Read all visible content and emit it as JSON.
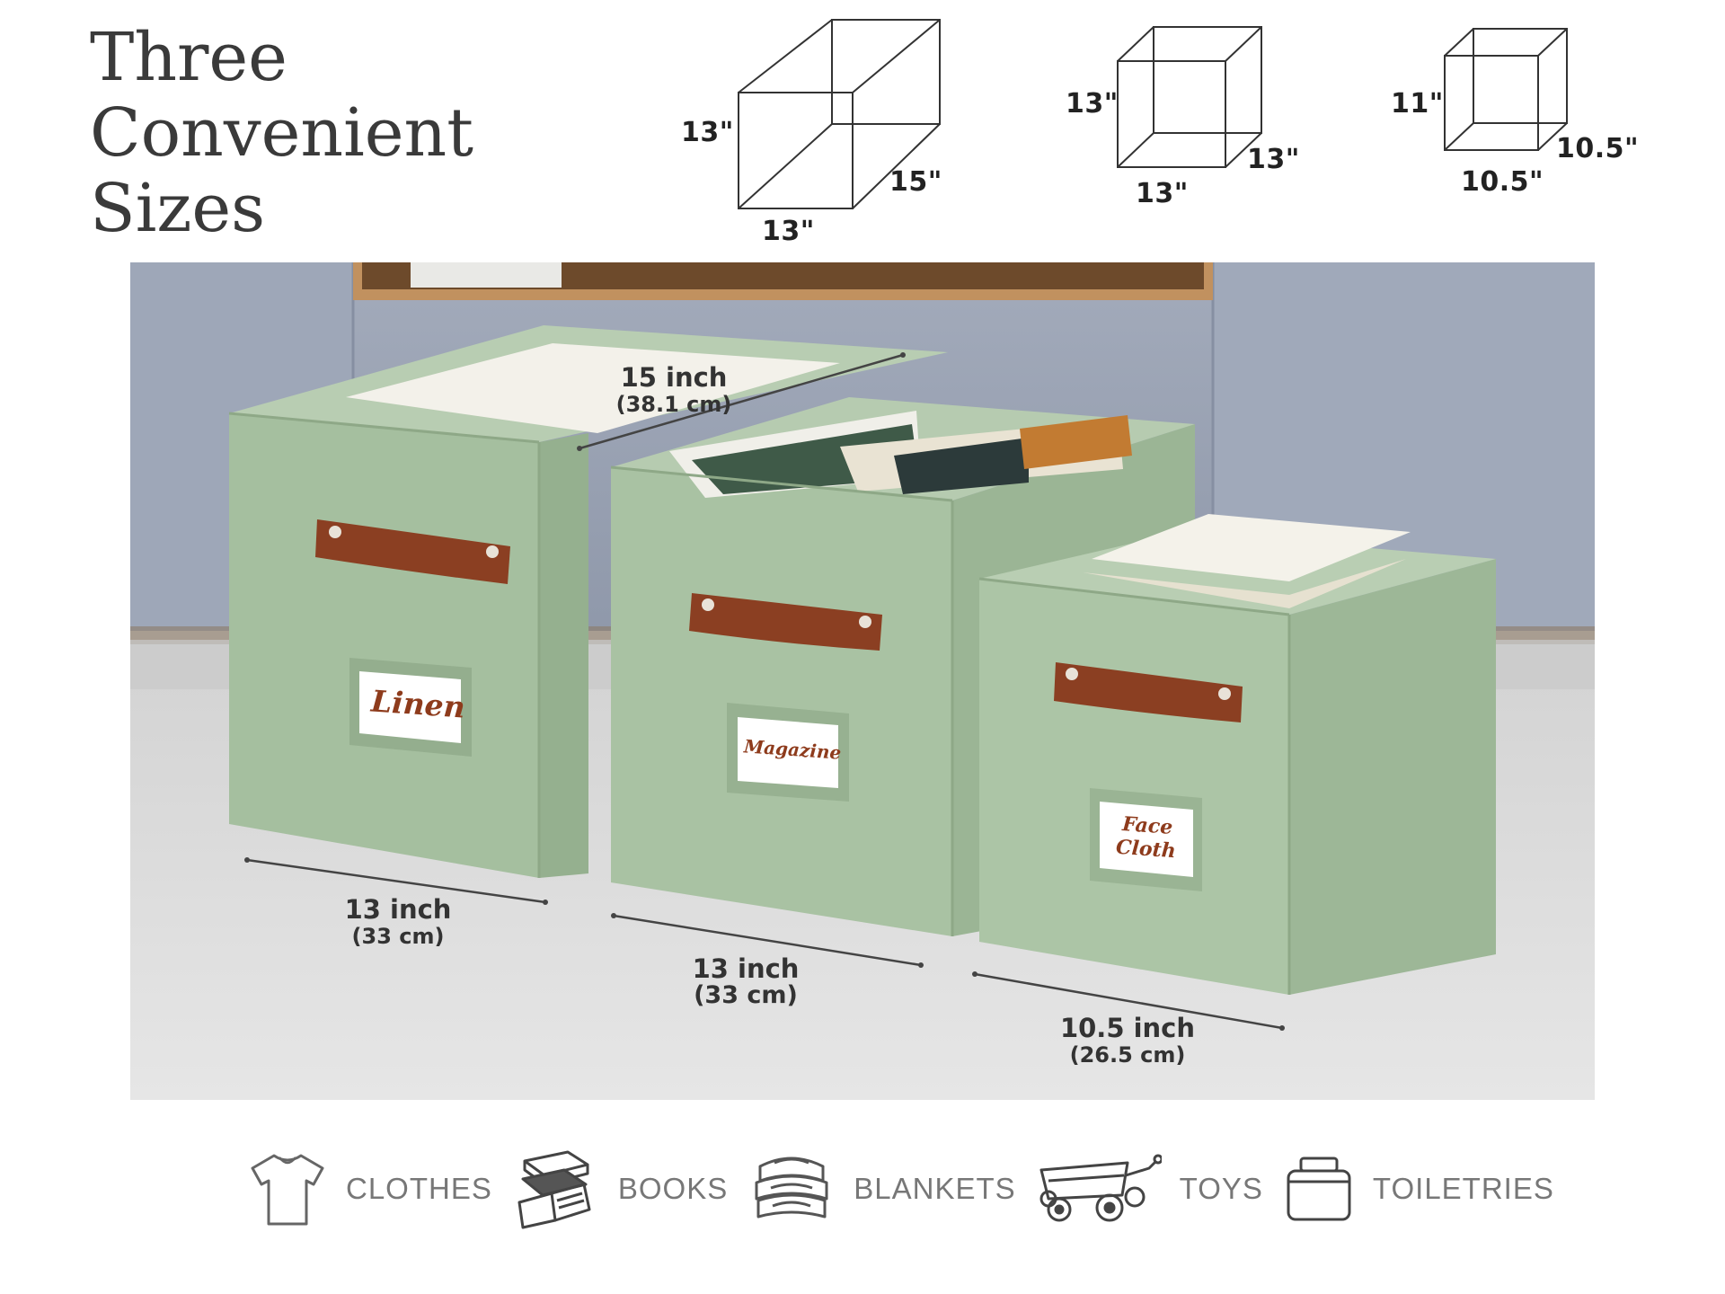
{
  "heading": {
    "lines": [
      "Three",
      "Convenient",
      "Sizes"
    ]
  },
  "size_diagrams": [
    {
      "height": "13\"",
      "width": "13\"",
      "depth": "15\""
    },
    {
      "height": "13\"",
      "width": "13\"",
      "depth": "13\""
    },
    {
      "height": "11\"",
      "width": "10.5\"",
      "depth": "10.5\""
    }
  ],
  "photo": {
    "labels": [
      "Linen",
      "Magazine",
      "Face Cloth"
    ],
    "label_lines": {
      "face_cloth": [
        "Face",
        "Cloth"
      ]
    },
    "measurements": {
      "depth_large": {
        "main": "15 inch",
        "sub": "(38.1 cm)"
      },
      "width_bin1": {
        "main": "13 inch",
        "sub": "(33 cm)"
      },
      "width_bin2": {
        "main": "13 inch",
        "sub": "(33 cm)"
      },
      "width_bin3": {
        "main": "10.5 inch",
        "sub": "(26.5 cm)"
      }
    },
    "colors": {
      "bin": "#a9c2a3",
      "bin_shade": "#98b391",
      "handle": "#8b3f22",
      "wall": "#9aa3b4",
      "floor": "#dcdcdc",
      "shelf": "#b8865a"
    }
  },
  "uses": [
    {
      "icon": "tshirt-icon",
      "label": "CLOTHES"
    },
    {
      "icon": "books-icon",
      "label": "BOOKS"
    },
    {
      "icon": "blankets-icon",
      "label": "BLANKETS"
    },
    {
      "icon": "wagon-icon",
      "label": "TOYS"
    },
    {
      "icon": "jar-icon",
      "label": "TOILETRIES"
    }
  ]
}
